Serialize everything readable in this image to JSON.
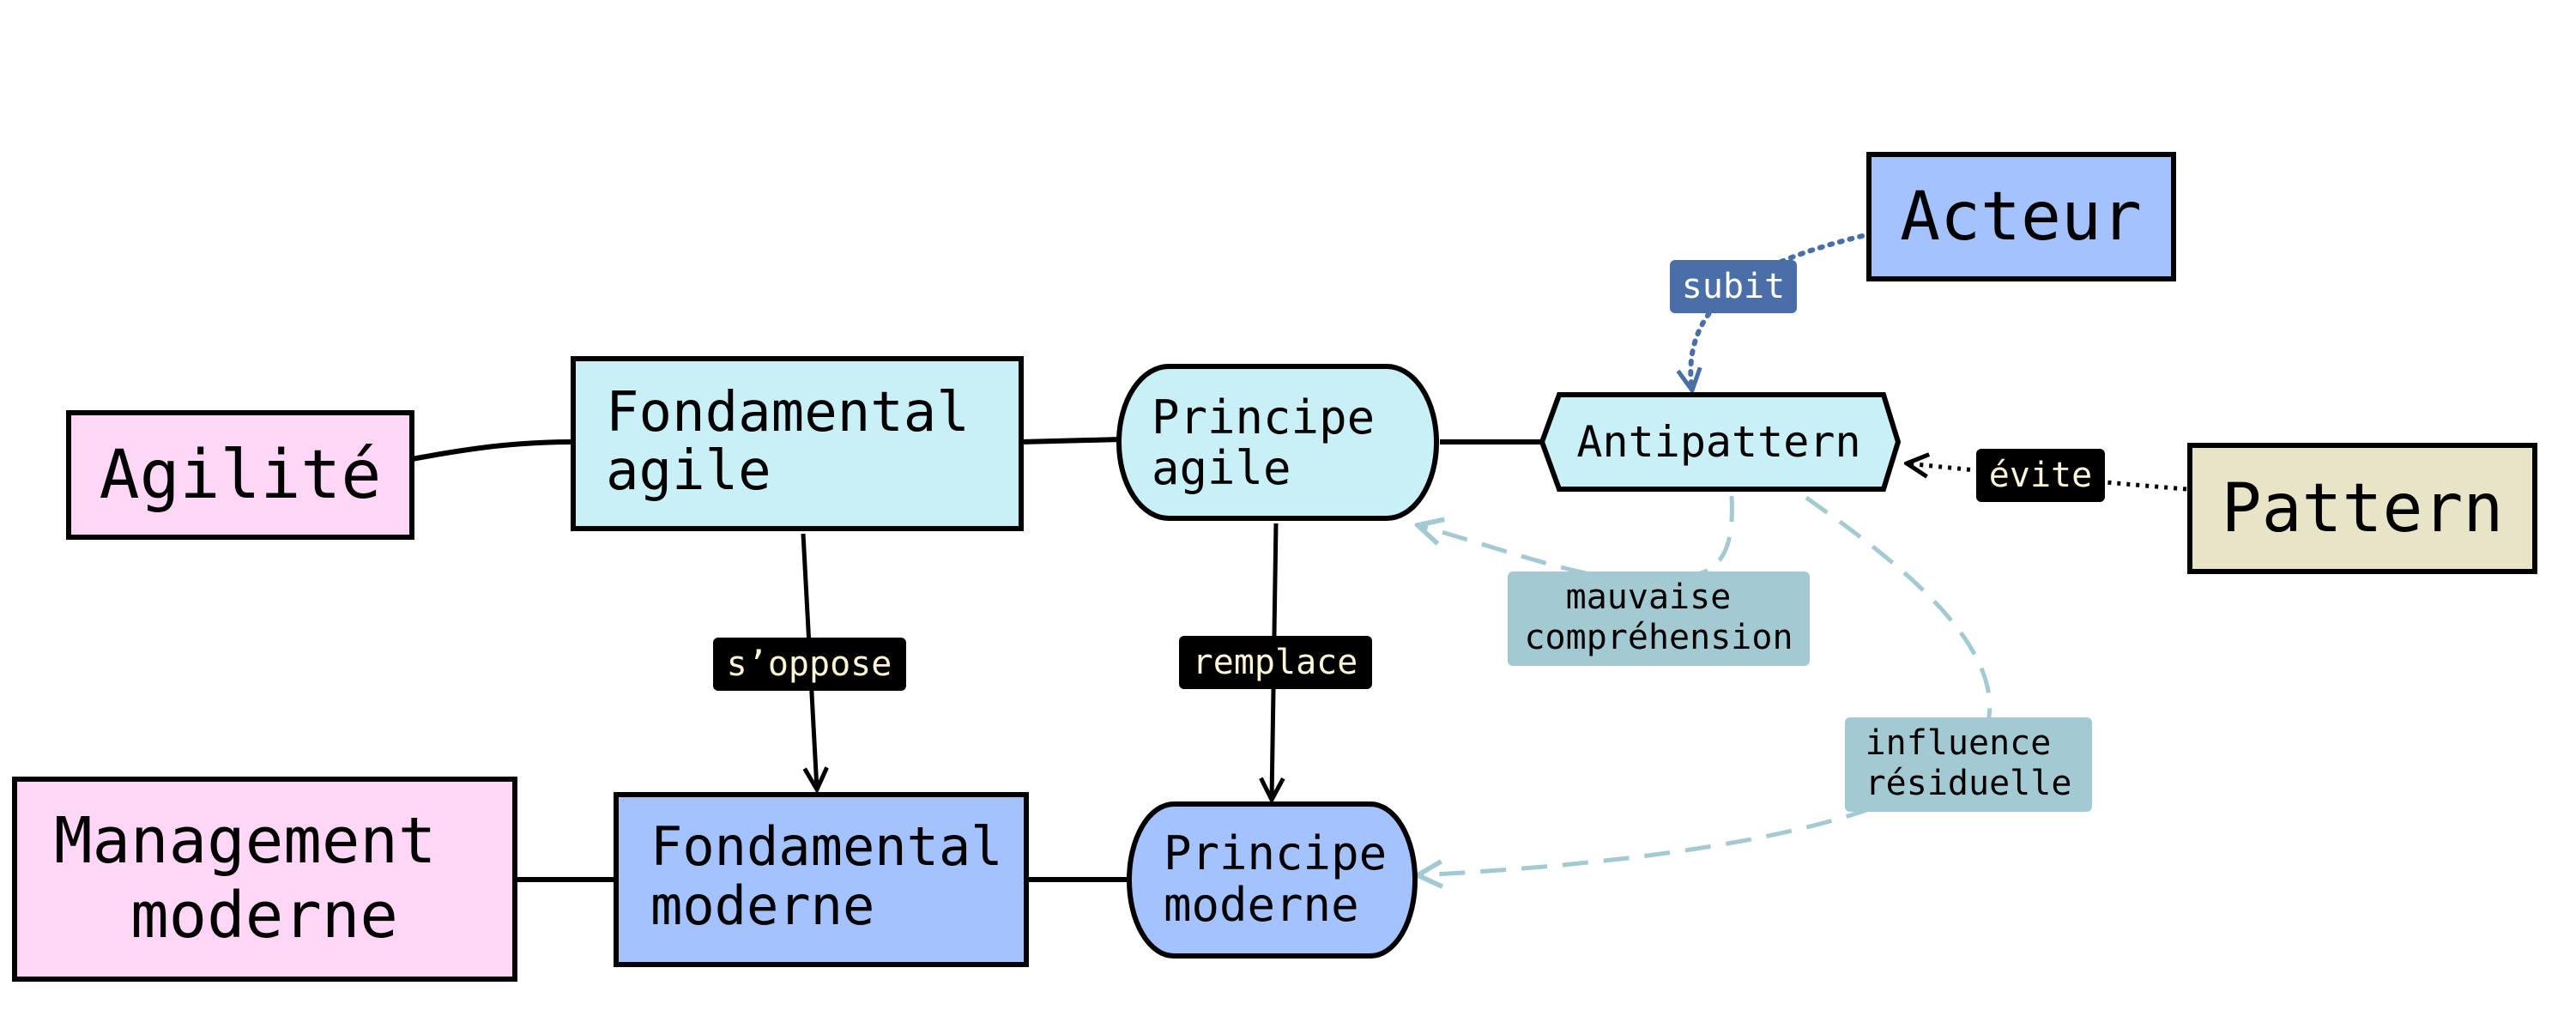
{
  "colors": {
    "pink": "#ffd6f5",
    "light_cyan": "#c8f0f6",
    "blue": "#a3c2fe",
    "khaki": "#e8e4c8",
    "black_tag": "#000000",
    "tag_text": "#fff6d8",
    "teal_tag": "#a3cad2",
    "teal_line": "#a3cad2",
    "actor_tag": "#4a6ea8",
    "actor_line": "#4a6ea8"
  },
  "nodes": {
    "agilite": {
      "lines": [
        "Agilité"
      ]
    },
    "fondamental_agile": {
      "lines": [
        "Fondamental",
        "agile"
      ]
    },
    "principe_agile": {
      "lines": [
        "Principe",
        "agile"
      ]
    },
    "antipattern": {
      "lines": [
        "Antipattern"
      ]
    },
    "acteur": {
      "lines": [
        "Acteur"
      ]
    },
    "pattern": {
      "lines": [
        "Pattern"
      ]
    },
    "management_moderne": {
      "lines": [
        "Management",
        "moderne"
      ]
    },
    "fondamental_moderne": {
      "lines": [
        "Fondamental",
        "moderne"
      ]
    },
    "principe_moderne": {
      "lines": [
        "Principe",
        "moderne"
      ]
    }
  },
  "edges": {
    "s_oppose": {
      "lines": [
        "s’oppose"
      ]
    },
    "remplace": {
      "lines": [
        "remplace"
      ]
    },
    "subit": {
      "lines": [
        "subit"
      ]
    },
    "evite": {
      "lines": [
        "évite"
      ]
    },
    "mauvaise_comprehension": {
      "lines": [
        "mauvaise",
        "compréhension"
      ]
    },
    "influence_residuelle": {
      "lines": [
        "influence",
        "résiduelle"
      ]
    }
  }
}
